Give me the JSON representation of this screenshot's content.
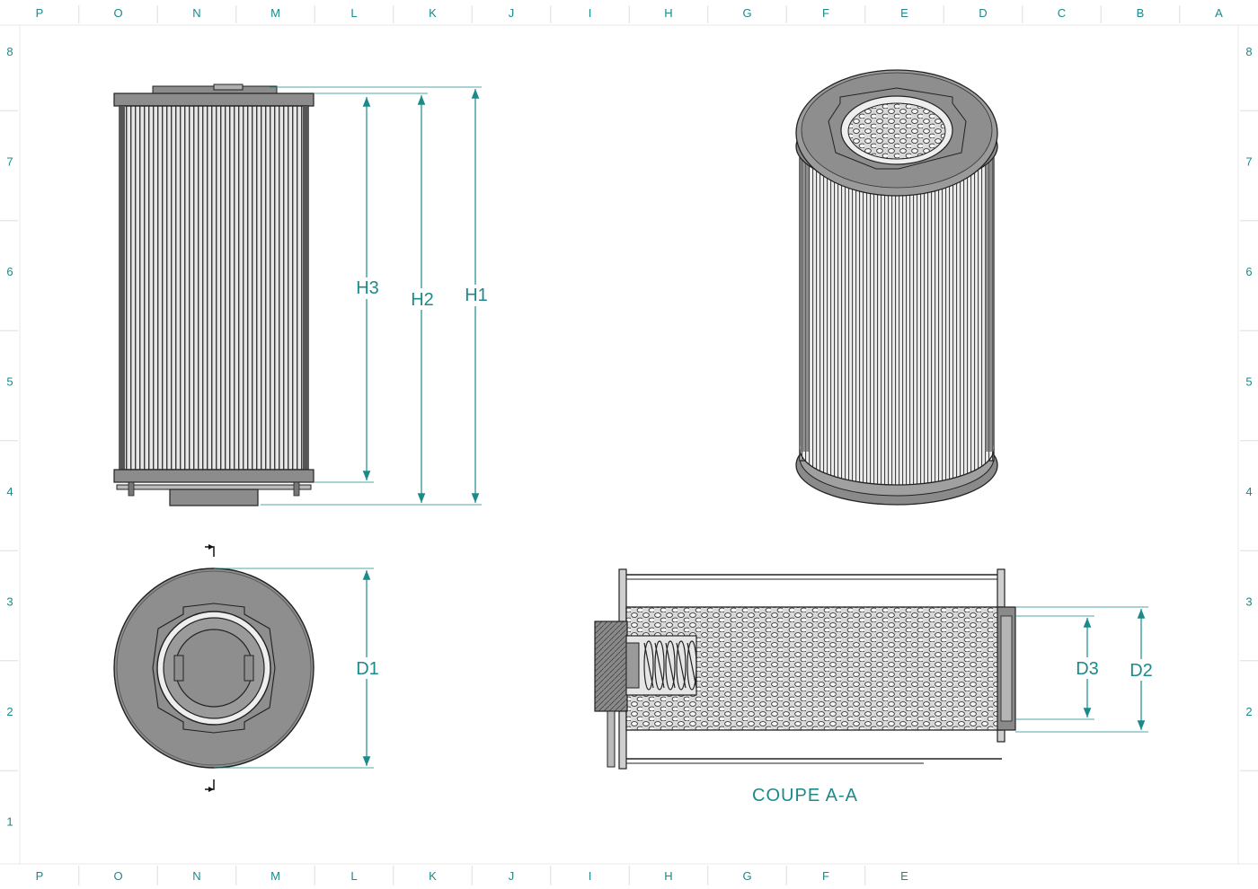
{
  "grid": {
    "top_columns": [
      "P",
      "O",
      "N",
      "M",
      "L",
      "K",
      "J",
      "I",
      "H",
      "G",
      "F",
      "E",
      "D",
      "C",
      "B",
      "A"
    ],
    "bottom_columns": [
      "P",
      "O",
      "N",
      "M",
      "L",
      "K",
      "J",
      "I",
      "H",
      "G",
      "F",
      "E"
    ],
    "left_rows": [
      "8",
      "7",
      "6",
      "5",
      "4",
      "3",
      "2",
      "1"
    ],
    "right_rows": [
      "8",
      "7",
      "6",
      "5",
      "4",
      "3",
      "2"
    ]
  },
  "dimensions": {
    "h1": "H1",
    "h2": "H2",
    "h3": "H3",
    "d1": "D1",
    "d2": "D2",
    "d3": "D3"
  },
  "section_caption": "COUPE A-A",
  "colors": {
    "annotation": "#1a8a8a",
    "body_gray": "#7a7a7a",
    "outline": "#222222"
  }
}
